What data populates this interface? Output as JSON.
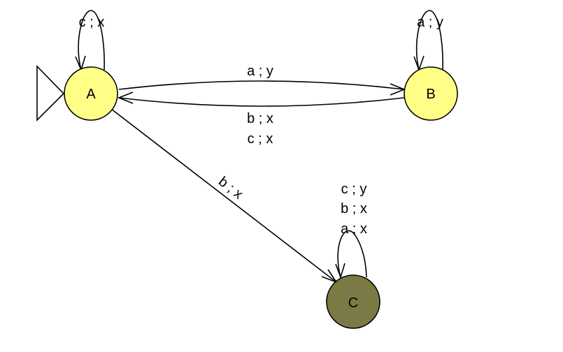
{
  "colors": {
    "state_fill": "#ffff88",
    "final_state_fill": "#7b7a45",
    "stroke": "#000000",
    "background": "#ffffff"
  },
  "states": [
    {
      "id": "A",
      "label": "A",
      "initial": true
    },
    {
      "id": "B",
      "label": "B",
      "initial": false
    },
    {
      "id": "C",
      "label": "C",
      "initial": false,
      "final": true
    }
  ],
  "transitions": [
    {
      "id": "A-A",
      "from": "A",
      "to": "A",
      "labels": [
        "c ; x"
      ]
    },
    {
      "id": "B-B",
      "from": "B",
      "to": "B",
      "labels": [
        "a ; y"
      ]
    },
    {
      "id": "A-B",
      "from": "A",
      "to": "B",
      "labels": [
        "a ; y"
      ]
    },
    {
      "id": "B-A",
      "from": "B",
      "to": "A",
      "labels": [
        "b ; x",
        "c ; x"
      ]
    },
    {
      "id": "A-C",
      "from": "A",
      "to": "C",
      "labels": [
        "b ; x"
      ]
    },
    {
      "id": "C-C",
      "from": "C",
      "to": "C",
      "labels": [
        "c ; y",
        "b ; x",
        "a ; x"
      ]
    }
  ]
}
